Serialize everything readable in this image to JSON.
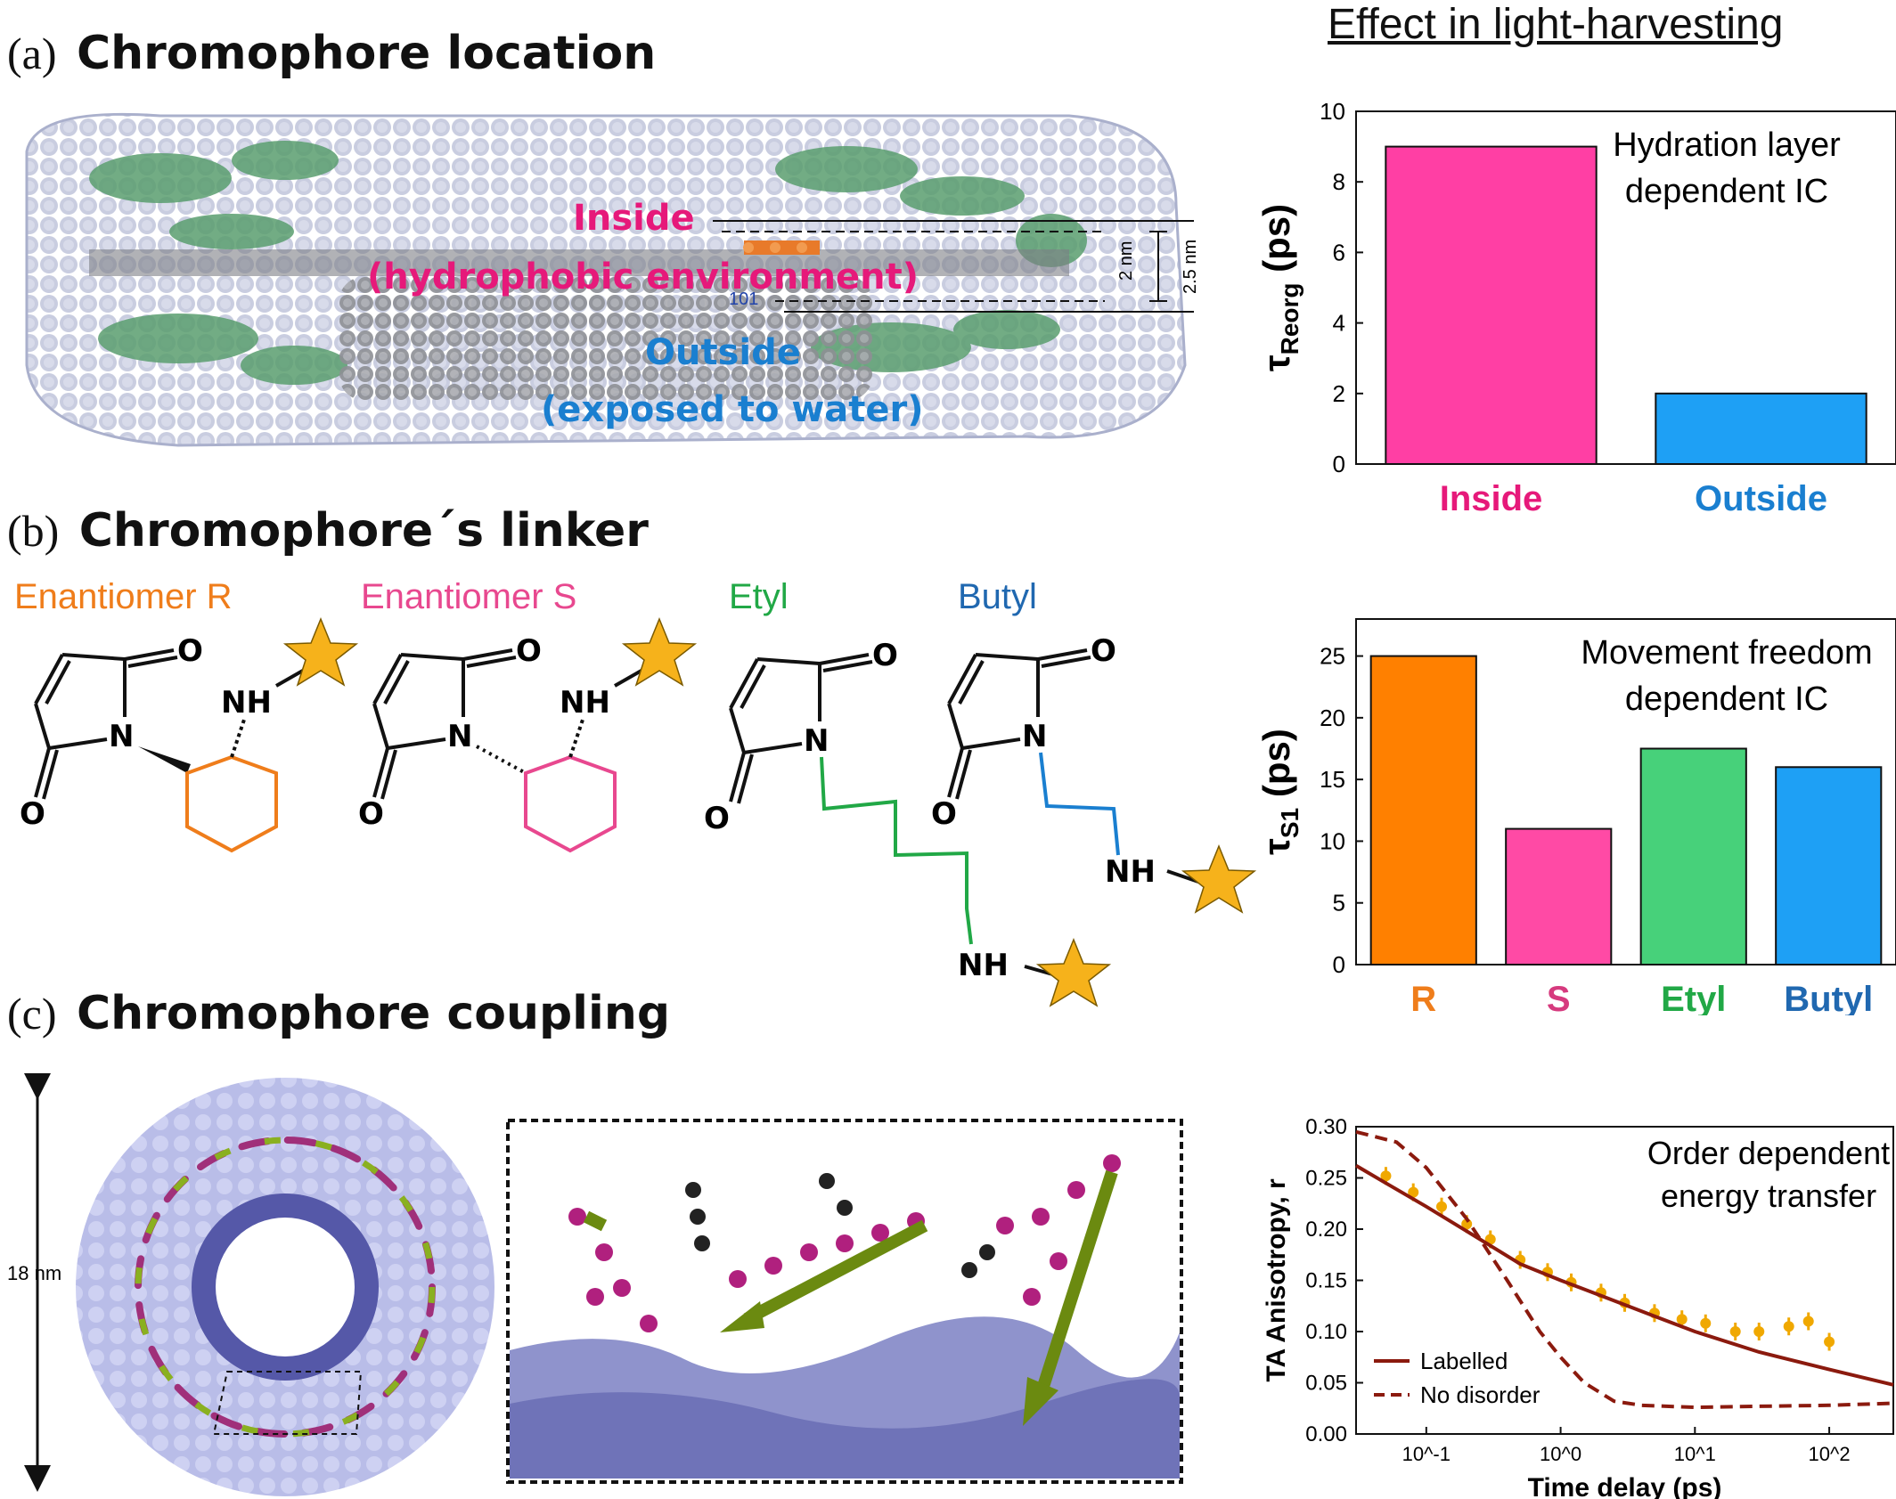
{
  "header": {
    "title": "Effect in light-harvesting"
  },
  "panel_a": {
    "label": "(a)",
    "title": "Chromophore location",
    "inside_label": "Inside",
    "inside_sub": "(hydrophobic environment)",
    "outside_label": "Outside",
    "outside_sub": "(exposed to water)",
    "dim_small": "2 nm",
    "dim_large": "2.5 nm",
    "residue": "101",
    "colors": {
      "inside": "#e6197a",
      "outside": "#1a7fd0"
    }
  },
  "panel_b": {
    "label": "(b)",
    "title": "Chromophore´s linker",
    "linkers": [
      {
        "name": "Enantiomer R",
        "color": "#ef7d1b"
      },
      {
        "name": "Enantiomer S",
        "color": "#e8488f"
      },
      {
        "name": "Etyl",
        "color": "#21a846"
      },
      {
        "name": "Butyl",
        "color": "#2068b0"
      }
    ],
    "atoms": {
      "o": "O",
      "n": "N",
      "nh": "NH"
    }
  },
  "panel_c": {
    "label": "(c)",
    "title": "Chromophore coupling",
    "scale_label": "18 nm"
  },
  "chart_data": [
    {
      "type": "bar",
      "categories": [
        "Inside",
        "Outside"
      ],
      "values": [
        9,
        2
      ],
      "colors": [
        "#ff3fa4",
        "#1ea0f5"
      ],
      "label_colors": [
        "#e6197a",
        "#1a7fd0"
      ],
      "ylabel": "τReorg (ps)",
      "ylim": [
        0,
        10
      ],
      "yticks": [
        0,
        2,
        4,
        6,
        8,
        10
      ],
      "annotation": [
        "Hydration layer",
        "dependent IC"
      ]
    },
    {
      "type": "bar",
      "categories": [
        "R",
        "S",
        "Etyl",
        "Butyl"
      ],
      "values": [
        25,
        11,
        17.5,
        16
      ],
      "colors": [
        "#ff8000",
        "#ff4aa5",
        "#47d17a",
        "#1ea0f5"
      ],
      "label_colors": [
        "#ef7d1b",
        "#d63a7e",
        "#21a846",
        "#2068b0"
      ],
      "ylabel": "τS1 (ps)",
      "ylim": [
        0,
        28
      ],
      "yticks": [
        0,
        5,
        10,
        15,
        20,
        25
      ],
      "annotation": [
        "Movement freedom",
        "dependent IC"
      ]
    },
    {
      "type": "line",
      "xscale": "log",
      "xlabel": "Time delay (ps)",
      "ylabel": "TA Anisotropy, r",
      "xlim": [
        0.03,
        300
      ],
      "ylim": [
        0.0,
        0.3
      ],
      "yticks": [
        0.0,
        0.05,
        0.1,
        0.15,
        0.2,
        0.25,
        0.3
      ],
      "xticks": [
        0.1,
        1,
        10,
        100
      ],
      "xticklabels": [
        "10^-1",
        "10^0",
        "10^1",
        "10^2"
      ],
      "annotation": [
        "Order dependent",
        "energy transfer"
      ],
      "legend": "bottom-left",
      "series": [
        {
          "name": "Labelled",
          "style": "solid",
          "color": "#8b1a0e",
          "x": [
            0.03,
            0.05,
            0.1,
            0.2,
            0.5,
            1,
            2,
            5,
            10,
            30,
            100,
            300
          ],
          "y": [
            0.262,
            0.245,
            0.222,
            0.198,
            0.166,
            0.15,
            0.135,
            0.115,
            0.1,
            0.08,
            0.063,
            0.048
          ]
        },
        {
          "name": "No disorder",
          "style": "dashed",
          "color": "#8b1a0e",
          "x": [
            0.03,
            0.06,
            0.1,
            0.2,
            0.4,
            0.7,
            1,
            1.5,
            2.5,
            4,
            10,
            30,
            100,
            300
          ],
          "y": [
            0.295,
            0.285,
            0.26,
            0.21,
            0.15,
            0.1,
            0.075,
            0.05,
            0.032,
            0.028,
            0.026,
            0.027,
            0.028,
            0.03
          ]
        },
        {
          "name": "",
          "style": "errorbars",
          "color": "#f0a800",
          "x": [
            0.05,
            0.08,
            0.13,
            0.2,
            0.3,
            0.5,
            0.8,
            1.2,
            2,
            3,
            5,
            8,
            12,
            20,
            30,
            50,
            70,
            100
          ],
          "y": [
            0.252,
            0.236,
            0.222,
            0.205,
            0.19,
            0.17,
            0.158,
            0.148,
            0.138,
            0.128,
            0.118,
            0.112,
            0.108,
            0.1,
            0.1,
            0.105,
            0.11,
            0.09
          ]
        }
      ]
    }
  ]
}
